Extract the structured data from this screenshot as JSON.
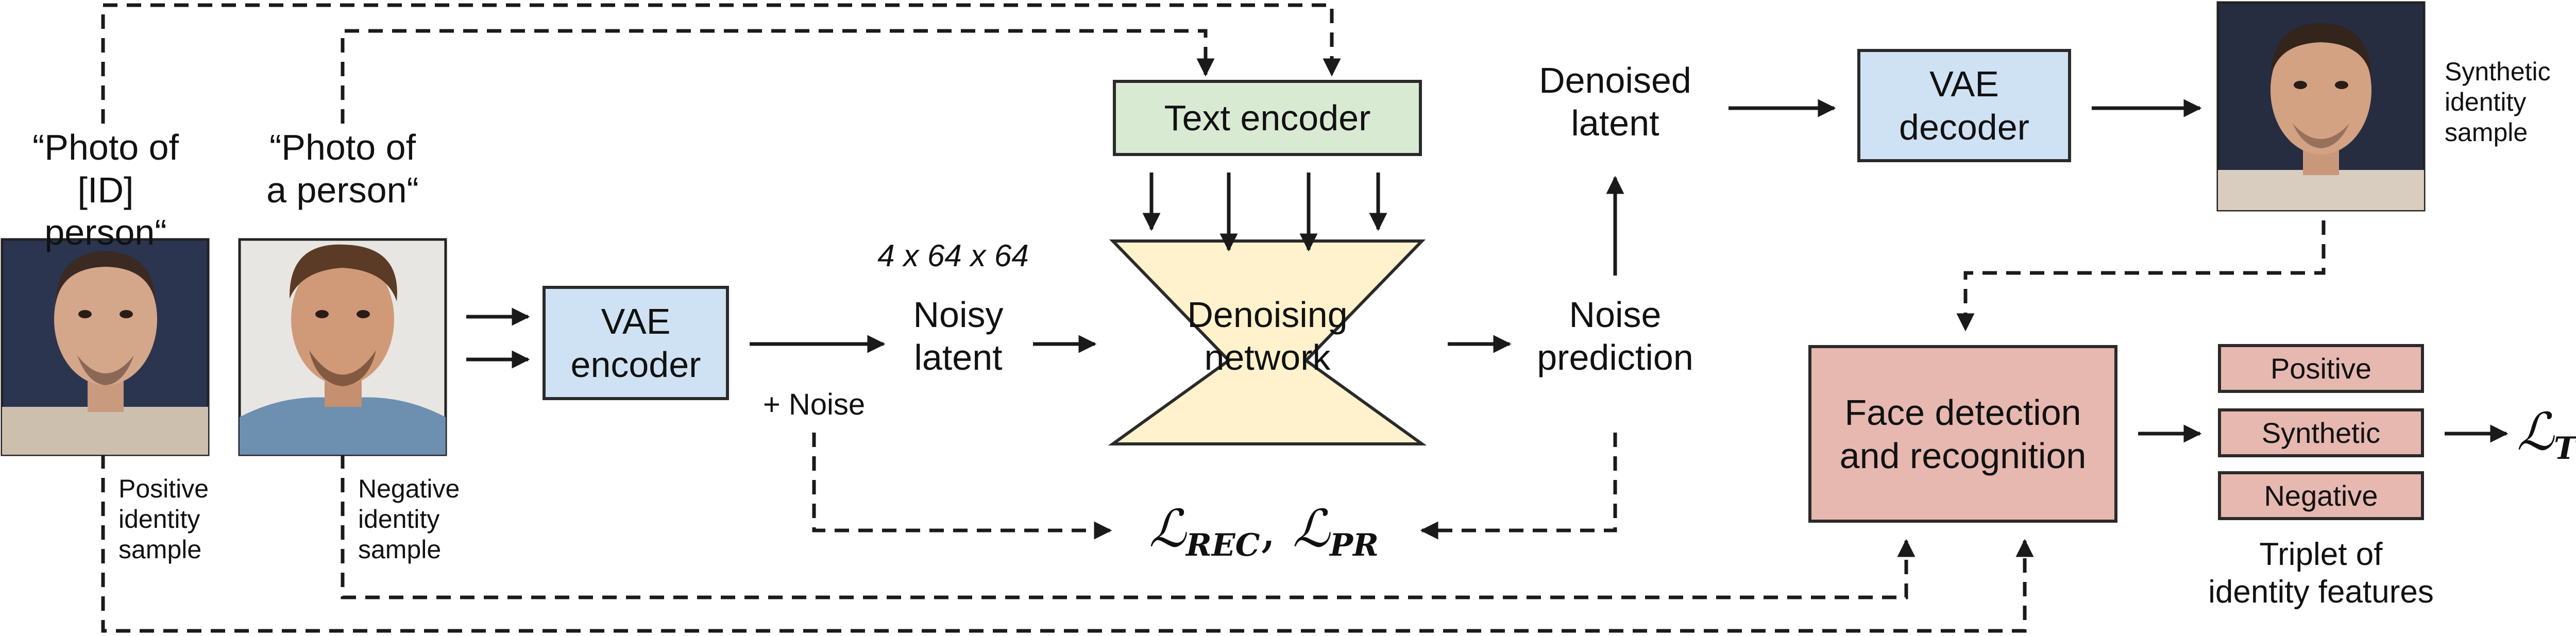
{
  "prompts": {
    "positive": "“Photo of\n[ID] person“",
    "negative": "“Photo of\na person“"
  },
  "samples": {
    "positive": "Positive\nidentity\nsample",
    "negative": "Negative\nidentity\nsample",
    "synthetic": "Synthetic\nidentity\nsample"
  },
  "blocks": {
    "vae_encoder": "VAE\nencoder",
    "text_encoder": "Text encoder",
    "denoising": "Denoising\nnetwork",
    "vae_decoder": "VAE\ndecoder",
    "face": "Face detection\nand recognition"
  },
  "labels": {
    "noise": "+ Noise",
    "shape": "4 x 64 x 64",
    "noisy_latent": "Noisy\nlatent",
    "noise_prediction": "Noise\nprediction",
    "denoised_latent": "Denoised\nlatent",
    "triplet": "Triplet of\nidentity features"
  },
  "triplet": [
    "Positive",
    "Synthetic",
    "Negative"
  ],
  "losses": {
    "rec": {
      "symbol": "ℒ",
      "sub": "REC"
    },
    "pr": {
      "symbol": "ℒ",
      "sub": "PR"
    },
    "tid": {
      "symbol": "ℒ",
      "sub": "TID"
    }
  },
  "colors": {
    "vae": "#cfe2f3",
    "text_encoder": "#d9ead3",
    "denoising": "#fff2cc",
    "face": "#e6b8af",
    "stroke": "#1a1a1a"
  }
}
